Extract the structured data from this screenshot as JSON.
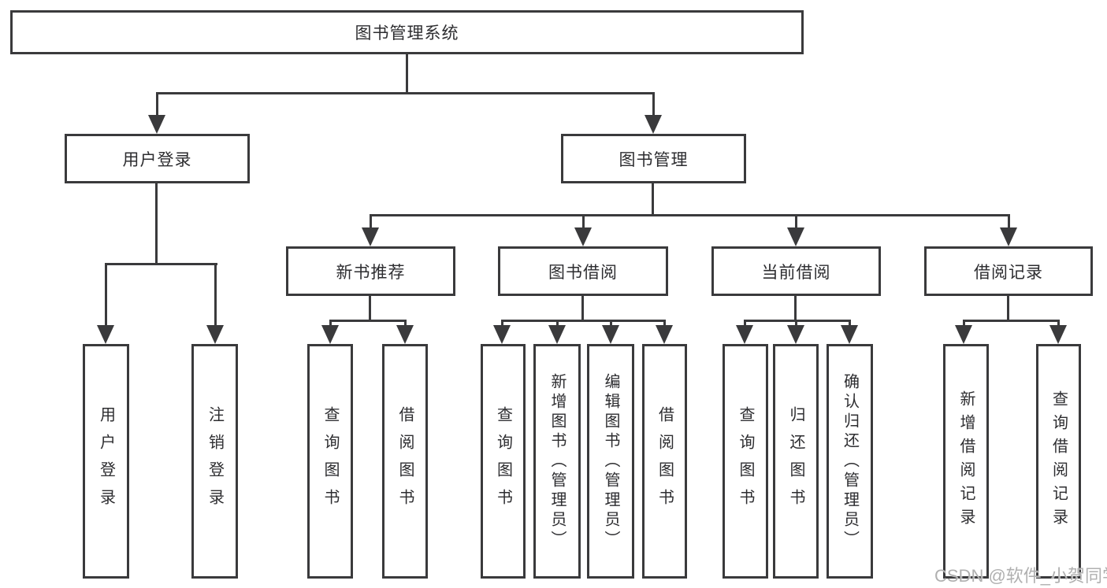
{
  "tree": {
    "label": "图书管理系统",
    "children": [
      {
        "label": "用户登录",
        "children": [
          {
            "label": "用户登录"
          },
          {
            "label": "注销登录"
          }
        ]
      },
      {
        "label": "图书管理",
        "children": [
          {
            "label": "新书推荐",
            "children": [
              {
                "label": "查询图书"
              },
              {
                "label": "借阅图书"
              }
            ]
          },
          {
            "label": "图书借阅",
            "children": [
              {
                "label": "查询图书"
              },
              {
                "label": "新增图书（管理员）"
              },
              {
                "label": "编辑图书（管理员）"
              },
              {
                "label": "借阅图书"
              }
            ]
          },
          {
            "label": "当前借阅",
            "children": [
              {
                "label": "查询图书"
              },
              {
                "label": "归还图书"
              },
              {
                "label": "确认归还（管理员）"
              }
            ]
          },
          {
            "label": "借阅记录",
            "children": [
              {
                "label": "新增借阅记录"
              },
              {
                "label": "查询借阅记录"
              }
            ]
          }
        ]
      }
    ]
  },
  "watermark": {
    "text": "CSDN @软件_小贺同学"
  },
  "colors": {
    "line": "#3a3a3c",
    "text": "#2d2d30",
    "watermark_text": "#b0b0b0",
    "background": "#ffffff"
  }
}
